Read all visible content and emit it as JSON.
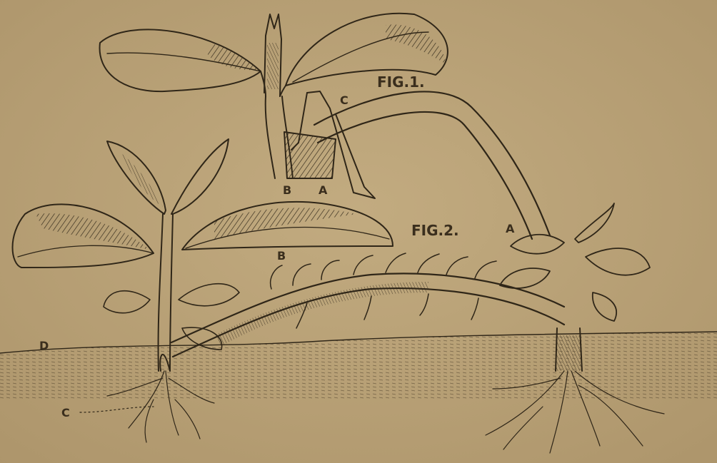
{
  "figures": {
    "fig1": {
      "title": "FIG.1.",
      "labels": {
        "a": "A",
        "b": "B",
        "c": "C"
      }
    },
    "fig2": {
      "title": "FIG.2.",
      "labels": {
        "a": "A",
        "b": "B",
        "c": "C",
        "d": "D"
      }
    }
  },
  "colors": {
    "paper": "#b9a278",
    "ink": "#2f2618"
  }
}
